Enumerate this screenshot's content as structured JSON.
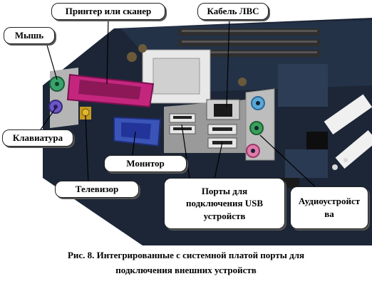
{
  "labels": {
    "printer": "Принтер или сканер",
    "lan": "Кабель ЛВС",
    "mouse": "Мышь",
    "keyboard": "Клавиатура",
    "monitor": "Монитор",
    "tv": "Телевизор",
    "usb": "Порты для подключения USB устройств",
    "audio": "Аудиоустройства"
  },
  "caption": {
    "line1": "Рис. 8. Интегрированные с системной платой порты  для",
    "line2": "подключения внешних устройств"
  },
  "colors": {
    "board": "#1f2a3a",
    "parallel_port": "#c4267e",
    "vga_port": "#3a54b8",
    "ps2_mouse": "#37a36a",
    "ps2_keyboard": "#6b57c8",
    "audio_blue": "#5aa8d8",
    "audio_green": "#39a05a",
    "audio_pink": "#e07aa8",
    "metal": "#b9b9b9"
  }
}
